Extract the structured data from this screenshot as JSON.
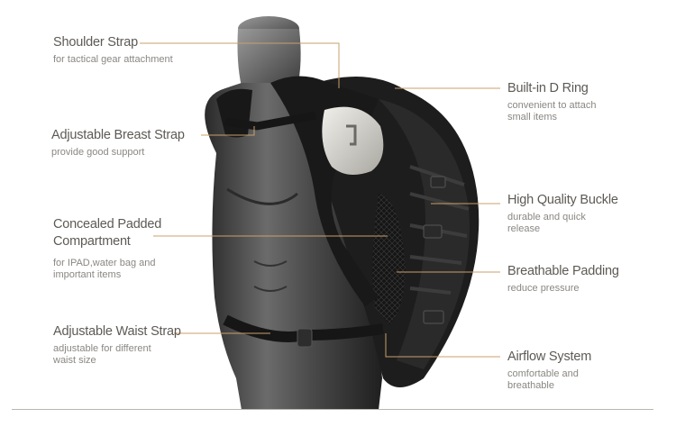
{
  "callouts": {
    "shoulder_strap": {
      "title": "Shoulder Strap",
      "desc": "for tactical gear attachment"
    },
    "breast_strap": {
      "title": "Adjustable Breast Strap",
      "desc": "provide good support"
    },
    "concealed": {
      "title_1": "Concealed Padded",
      "title_2": "Compartment",
      "desc_1": "for IPAD,water bag and",
      "desc_2": "important items"
    },
    "waist_strap": {
      "title": "Adjustable Waist Strap",
      "desc_1": "adjustable for different",
      "desc_2": "waist size"
    },
    "d_ring": {
      "title": "Built-in D Ring",
      "desc_1": "convenient to attach",
      "desc_2": "small items"
    },
    "buckle": {
      "title": "High Quality Buckle",
      "desc_1": "durable and quick",
      "desc_2": "release"
    },
    "padding": {
      "title": "Breathable Padding",
      "desc": "reduce pressure"
    },
    "airflow": {
      "title": "Airflow System",
      "desc_1": "comfortable and",
      "desc_2": "breathable"
    }
  },
  "colors": {
    "leader": "#c9a06a",
    "title": "#5d5a55",
    "desc": "#8a8782",
    "mannequin": "#4a4a4a",
    "backpack": "#1d1d1d"
  },
  "image": {
    "subject": "black tactical backpack worn on mannequin torso"
  }
}
